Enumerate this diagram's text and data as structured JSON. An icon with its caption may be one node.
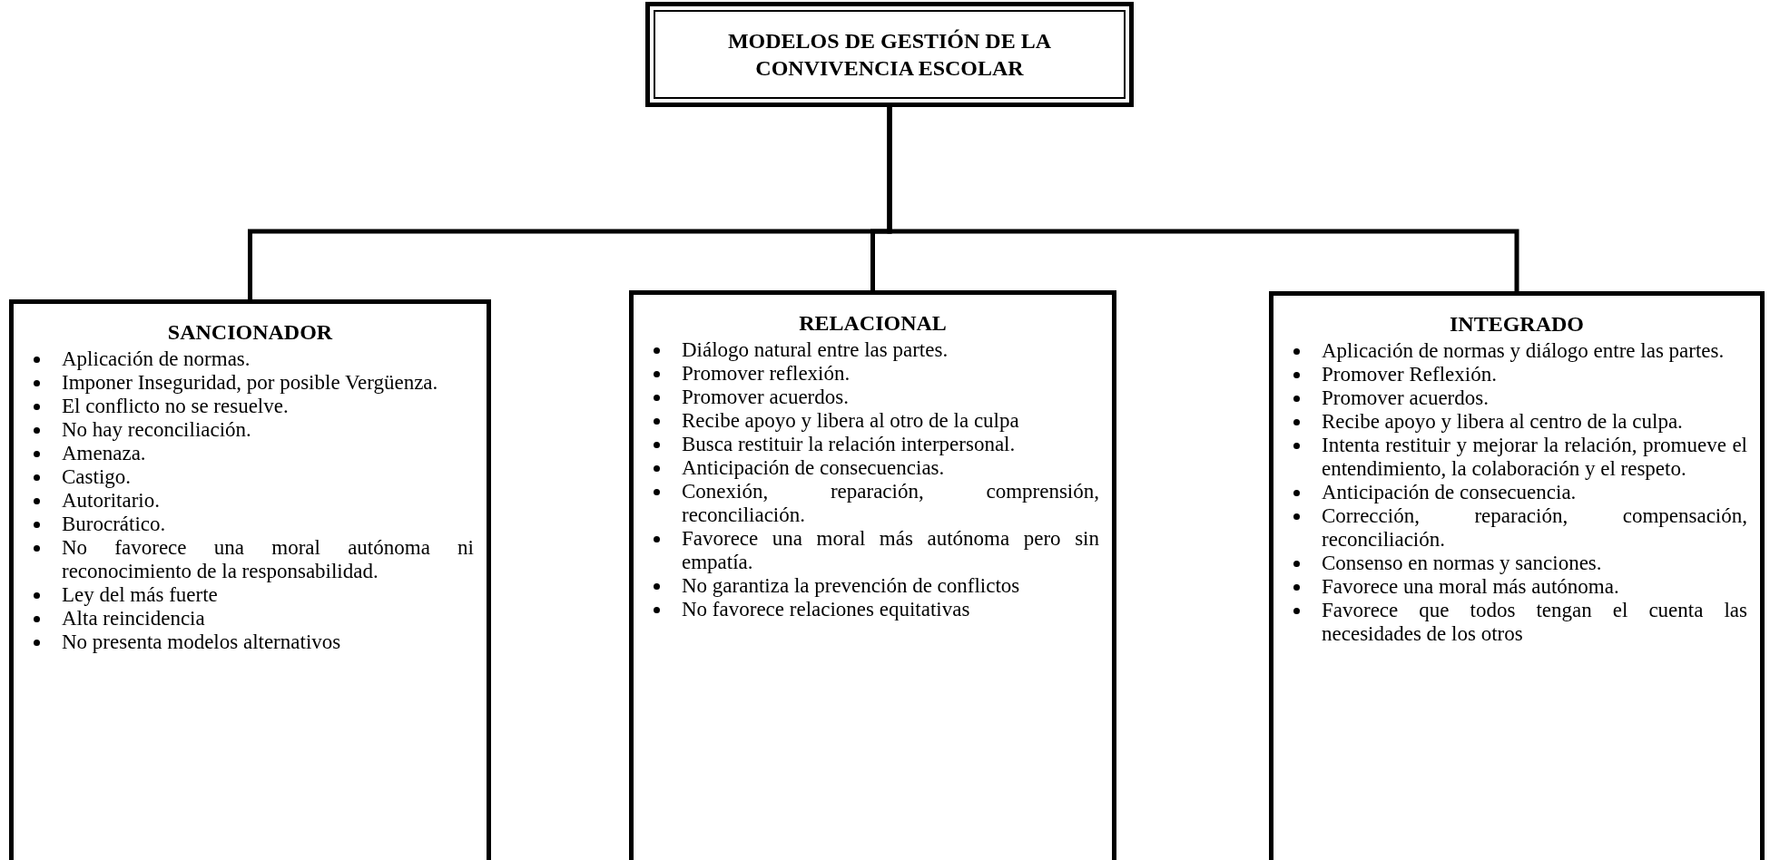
{
  "diagram": {
    "nodes": [
      {
        "text": [
          "MODELOS DE GESTIÓN DE LA CONVIVENCIA ESCOLAR"
        ]
      },
      {
        "text": [
          "SANCIONADOR",
          "Aplicación de normas.",
          "Imponer Inseguridad, por posible Vergüenza.",
          "El conflicto no se resuelve.",
          "No hay reconciliación.",
          "Amenaza.",
          "Castigo.",
          "Autoritario.",
          "Burocrático.",
          "No favorece una moral autónoma ni reconocimiento de la responsabilidad.",
          "Ley del más fuerte",
          "Alta reincidencia",
          "No presenta modelos alternativos"
        ]
      },
      {
        "text": [
          "RELACIONAL",
          "Diálogo natural entre las partes.",
          "Promover reflexión.",
          "Promover acuerdos.",
          "Recibe apoyo y libera al otro de la culpa",
          "Busca restituir la relación interpersonal.",
          "Anticipación de consecuencias.",
          "Conexión, reparación, comprensión, reconciliación.",
          "Favorece una moral más autónoma pero sin empatía.",
          "No garantiza la prevención de conflictos",
          "No favorece relaciones equitativas"
        ]
      },
      {
        "text": [
          "INTEGRADO",
          "Aplicación de normas y diálogo entre las partes.",
          "Promover Reflexión.",
          "Promover acuerdos.",
          "Recibe apoyo y libera al centro de la culpa.",
          "Intenta restituir y mejorar la relación, promueve el entendimiento, la colaboración y el respeto.",
          "Anticipación de consecuencia.",
          "Corrección, reparación, compensación, reconciliación.",
          "Consenso en normas y sanciones.",
          "Favorece una moral más autónoma.",
          "Favorece que todos tengan el cuenta las necesidades de los otros"
        ]
      }
    ],
    "edges": [
      {
        "from": 0,
        "to": 1,
        "arrow": "none"
      },
      {
        "from": 0,
        "to": 2,
        "arrow": "none"
      },
      {
        "from": 0,
        "to": 3,
        "arrow": "none"
      }
    ]
  }
}
